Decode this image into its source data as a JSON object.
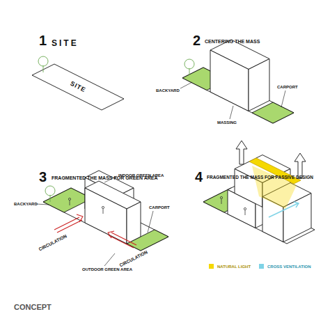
{
  "diagram": {
    "title": "CONCEPT",
    "labels": [
      "1",
      "SITE",
      "SITE",
      "2",
      "CENTERING THE MASS",
      "BACKYARD",
      "MASSING",
      "CARPORT",
      "3",
      "FRAGMENTED THE MASS FOR GREEN AREA",
      "INDOOR GREEN AREA",
      "BACKYARD",
      "CARPORT",
      "CIRCULATION",
      "CIRCULATION",
      "OUTDOOR GREEN AREA",
      "4",
      "FRAGMENTED THE MASS FOR PASSIVE DESIGN"
    ],
    "legend": [
      {
        "text": "NATURAL LIGHT",
        "color": "#f5d800"
      },
      {
        "text": "CROSS VENTILATION",
        "color": "#7fd3e6"
      }
    ]
  }
}
